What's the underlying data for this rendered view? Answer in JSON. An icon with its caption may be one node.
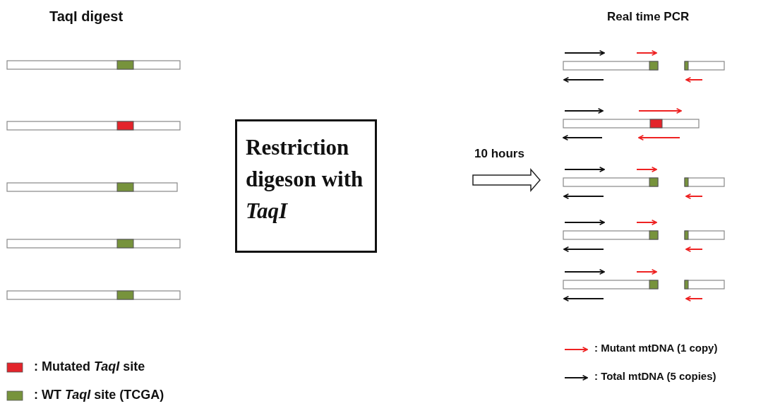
{
  "diagram": {
    "nodes": [
      {
        "text": [
          "Restriction digeson with *TaqI*"
        ]
      }
    ],
    "edges": [],
    "labels": [
      "TaqI digest",
      "Real time PCR",
      "10 hours"
    ],
    "legend": [
      {
        "text": ": Mutated *TaqI* site",
        "color": "#e3242b"
      },
      {
        "text": ": WT *TaqI* site (TCGA)",
        "color": "#77933c"
      },
      {
        "text": ": Mutant mtDNA (1 copy)"
      },
      {
        "text": ": Total mtDNA (5 copies)"
      }
    ]
  }
}
